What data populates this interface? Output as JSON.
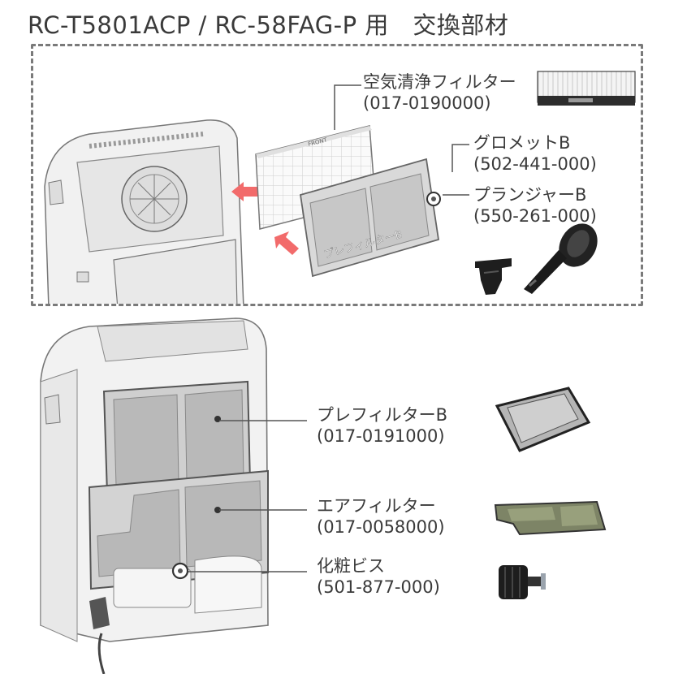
{
  "title": "RC-T5801ACP / RC-58FAG-P 用　交換部材",
  "parts_top": [
    {
      "name": "空気清浄フィルター",
      "code": "(017-0190000)"
    },
    {
      "name": "グロメットB",
      "code": "(502-441-000)"
    },
    {
      "name": "プランジャーB",
      "code": "(550-261-000)"
    }
  ],
  "parts_bottom": [
    {
      "name": "プレフィルターB",
      "code": "(017-0191000)"
    },
    {
      "name": "エアフィルター",
      "code": "(017-0058000)"
    },
    {
      "name": "化粧ビス",
      "code": "(501-877-000)"
    }
  ],
  "prefilter_plate_text": "プレフィルターB",
  "filter_sticker_text": "FRONT",
  "colors": {
    "arrow": "#f26b6b",
    "line": "#555555",
    "dash": "#7a7a7a"
  }
}
